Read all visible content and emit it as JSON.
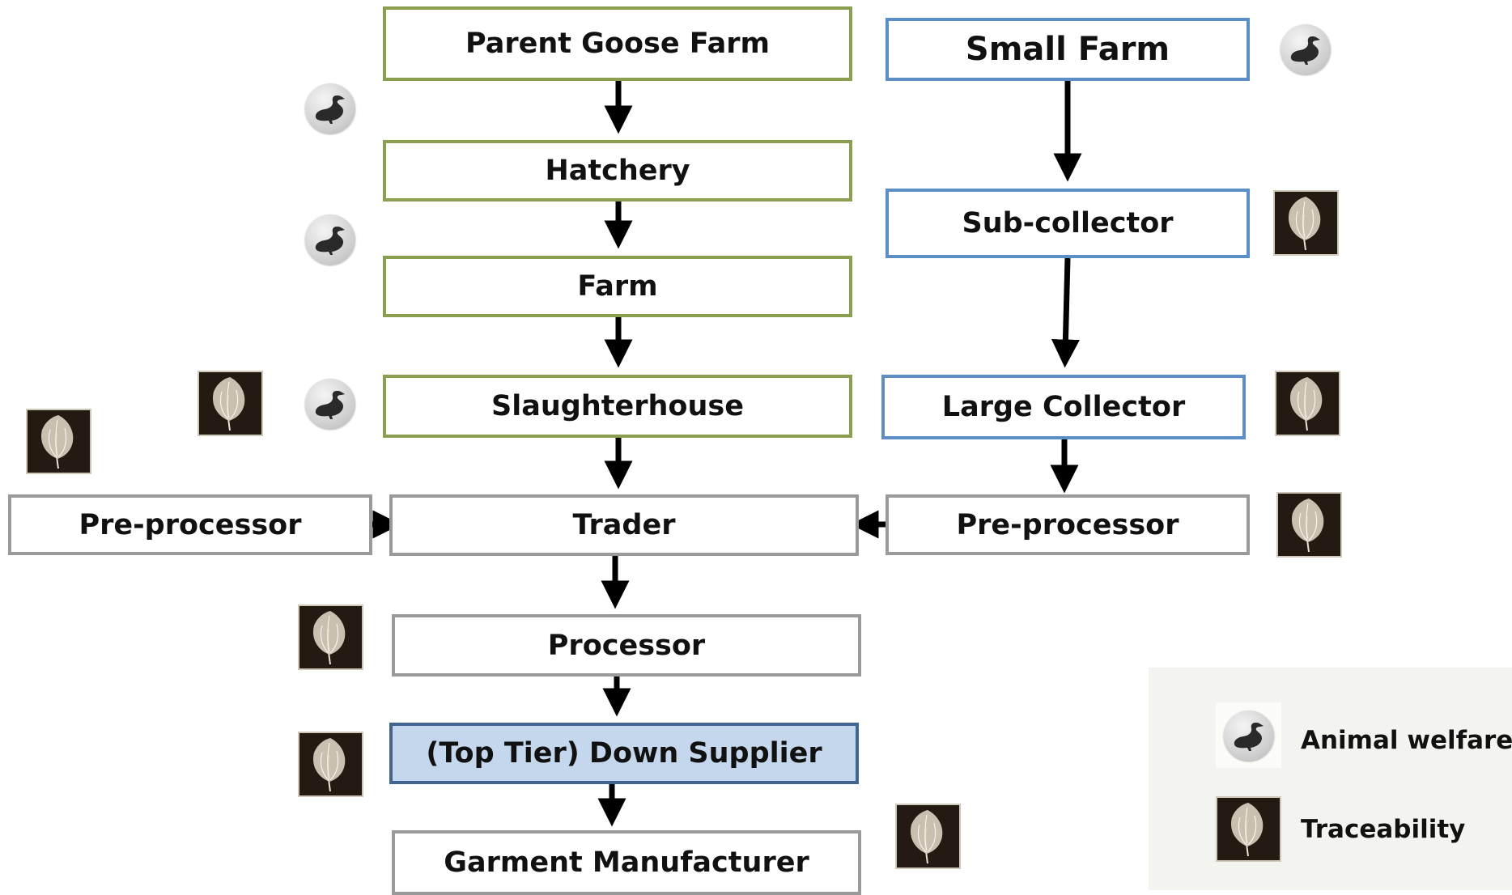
{
  "diagram": {
    "nodes": {
      "parent_goose_farm": "Parent Goose Farm",
      "hatchery": "Hatchery",
      "farm": "Farm",
      "slaughterhouse": "Slaughterhouse",
      "small_farm": "Small Farm",
      "sub_collector": "Sub-collector",
      "large_collector": "Large Collector",
      "pre_processor_left": "Pre-processor",
      "trader": "Trader",
      "pre_processor_right": "Pre-processor",
      "processor": "Processor",
      "down_supplier": "(Top Tier) Down Supplier",
      "garment_manufacturer": "Garment Manufacturer"
    },
    "edges": [
      [
        "Parent Goose Farm",
        "Hatchery"
      ],
      [
        "Hatchery",
        "Farm"
      ],
      [
        "Farm",
        "Slaughterhouse"
      ],
      [
        "Slaughterhouse",
        "Trader"
      ],
      [
        "Small Farm",
        "Sub-collector"
      ],
      [
        "Sub-collector",
        "Large Collector"
      ],
      [
        "Large Collector",
        "Pre-processor"
      ],
      [
        "Pre-processor",
        "Trader"
      ],
      [
        "Pre-processor",
        "Trader"
      ],
      [
        "Trader",
        "Processor"
      ],
      [
        "Processor",
        "(Top Tier) Down Supplier"
      ],
      [
        "(Top Tier) Down Supplier",
        "Garment Manufacturer"
      ]
    ],
    "colors": {
      "goose_chain_border": "#8aa050",
      "small_farm_chain_border": "#5b8fc6",
      "downstream_border": "#9a9a9a",
      "supplier_fill": "#c4d7ed",
      "supplier_border": "#3f6590",
      "arrow": "#000000"
    }
  },
  "markers": {
    "animal_welfare_icon": "goose-silhouette-icon",
    "traceability_icon": "feather-icon"
  },
  "legend": {
    "animal_welfare": "Animal welfare",
    "traceability": "Traceability"
  }
}
